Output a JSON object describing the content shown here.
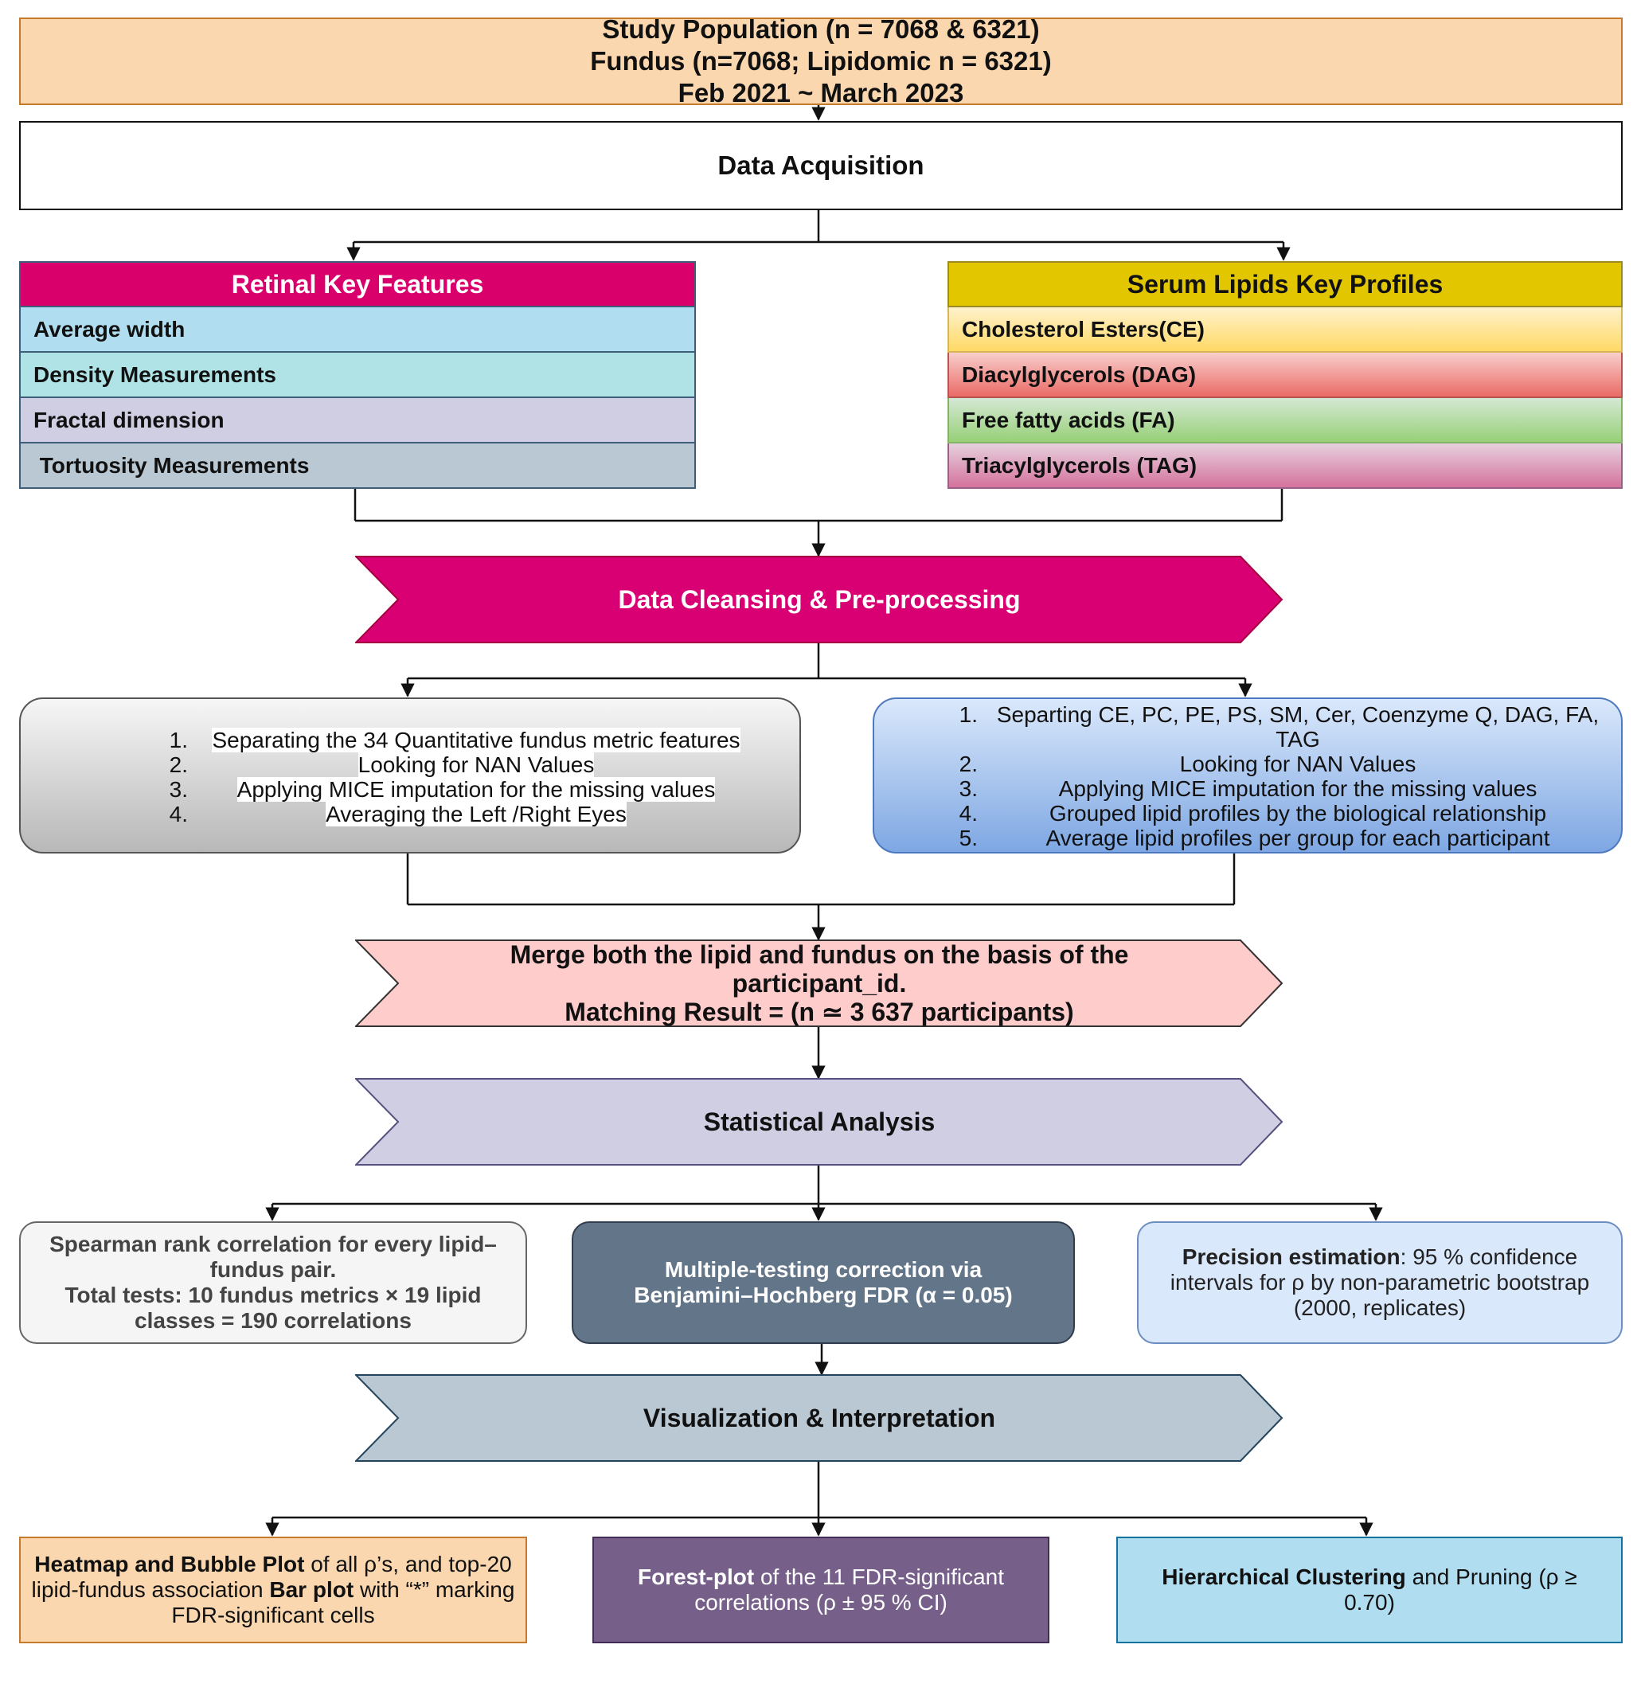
{
  "population": {
    "line1": "Study Population (n = 7068 & 6321)",
    "line2": "Fundus (n=7068; Lipidomic n = 6321)",
    "line3": "Feb 2021 ~ March 2023"
  },
  "acquisition": {
    "label": "Data Acquisition"
  },
  "retinal": {
    "title": "Retinal Key Features",
    "items": [
      {
        "label": "Average width",
        "color": "#b1ddf0"
      },
      {
        "label": "Density Measurements",
        "color": "#b0e3e6"
      },
      {
        "label": "Fractal dimension",
        "color": "#d0cee2"
      },
      {
        "label": " Tortuosity Measurements",
        "color": "#bac8d3"
      }
    ]
  },
  "lipids": {
    "title": "Serum Lipids Key Profiles",
    "items": [
      {
        "label": "Cholesterol Esters(CE)",
        "color_top": "#fff2cc",
        "color_bottom": "#ffd966"
      },
      {
        "label": "Diacylglycerols (DAG)",
        "color_top": "#f8cecc",
        "color_bottom": "#ea6b66"
      },
      {
        "label": "Free fatty acids (FA)",
        "color_top": "#d5e8d4",
        "color_bottom": "#97d077"
      },
      {
        "label": "Triacylglycerols (TAG)",
        "color_top": "#e6d0de",
        "color_bottom": "#d5739d"
      }
    ]
  },
  "cleansing": {
    "label": "Data Cleansing & Pre-processing",
    "color": "#d80073"
  },
  "fundus_steps": [
    {
      "num": "1.",
      "text": "Separating the 34 Quantitative fundus metric features"
    },
    {
      "num": "2.",
      "text": "Looking for NAN Values"
    },
    {
      "num": "3.",
      "text": "Applying MICE imputation for the missing values"
    },
    {
      "num": "4.",
      "text": "Averaging the Left /Right Eyes"
    }
  ],
  "lipid_steps": [
    {
      "num": "1.",
      "text": "Separting CE, PC, PE, PS, SM, Cer, Coenzyme Q, DAG, FA, TAG"
    },
    {
      "num": "2.",
      "text": "Looking for NAN Values"
    },
    {
      "num": "3.",
      "text": "Applying MICE imputation for the missing values"
    },
    {
      "num": "4.",
      "text": "Grouped lipid profiles by the biological relationship"
    },
    {
      "num": "5.",
      "text": "Average lipid profiles per group for each participant"
    }
  ],
  "merge": {
    "line1": "Merge both the lipid and fundus on the basis of the participant_id.",
    "line2": "Matching Result = (n ≃ 3 637 participants)",
    "color": "#ffcccc"
  },
  "statistical": {
    "label": "Statistical Analysis",
    "color": "#d0cee2"
  },
  "spearman": {
    "line1": "Spearman rank correlation for every lipid–fundus pair.",
    "line2": "Total tests: 10 fundus metrics × 19  lipid classes = 190 correlations"
  },
  "multiple": {
    "line1": "Multiple-testing correction via",
    "line2": "Benjamini–Hochberg FDR (α = 0.05)"
  },
  "precision": {
    "bold": "Precision estimation",
    "rest": ": 95 % confidence intervals for ρ by non-parametric bootstrap (2000, replicates)"
  },
  "visualization": {
    "label": "Visualization & Interpretation",
    "color": "#bac8d3"
  },
  "heatmap": {
    "bold1": "Heatmap and Bubble Plot",
    "text1": " of all ρ’s, and top-20 lipid-fundus association ",
    "bold2": "Bar plot",
    "text2": " with “*” marking FDR-significant cells"
  },
  "forest": {
    "bold": "Forest-plot",
    "rest": " of the 11 FDR-significant correlations (ρ ± 95 % CI)"
  },
  "hierarchical": {
    "bold": "Hierarchical Clustering",
    "rest": " and Pruning (ρ ≥ 0.70)"
  }
}
